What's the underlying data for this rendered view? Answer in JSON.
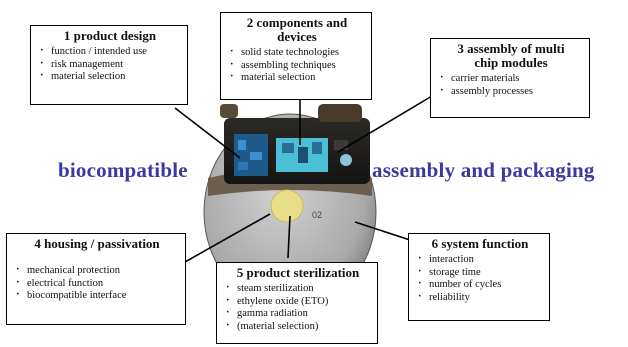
{
  "boxes": [
    {
      "title": "1 product design",
      "items": [
        "function / intended use",
        "risk management",
        "material selection"
      ]
    },
    {
      "title": "2 components and devices",
      "items": [
        "solid state technologies",
        "assembling techniques",
        "material selection"
      ]
    },
    {
      "title": "3 assembly of multi chip modules",
      "items": [
        "carrier materials",
        "assembly processes"
      ]
    },
    {
      "title": "4 housing / passivation",
      "items": [
        "mechanical protection",
        "electrical function",
        "biocompatible interface"
      ]
    },
    {
      "title": "5 product sterilization",
      "items": [
        "steam sterilization",
        "ethylene oxide (ETO)",
        "gamma radiation",
        "(material selection)"
      ]
    },
    {
      "title": "6 system function",
      "items": [
        "interaction",
        "storage time",
        "number of cycles",
        "reliability"
      ]
    }
  ],
  "labels": {
    "left": "biocompatible",
    "right": "assembly and packaging"
  },
  "device": {
    "marking": "02",
    "colors": {
      "body": "#a9a9a9",
      "board": "#1e5a8a",
      "chip": "#4bbfd6",
      "label_text": "#3a3aa0"
    }
  }
}
